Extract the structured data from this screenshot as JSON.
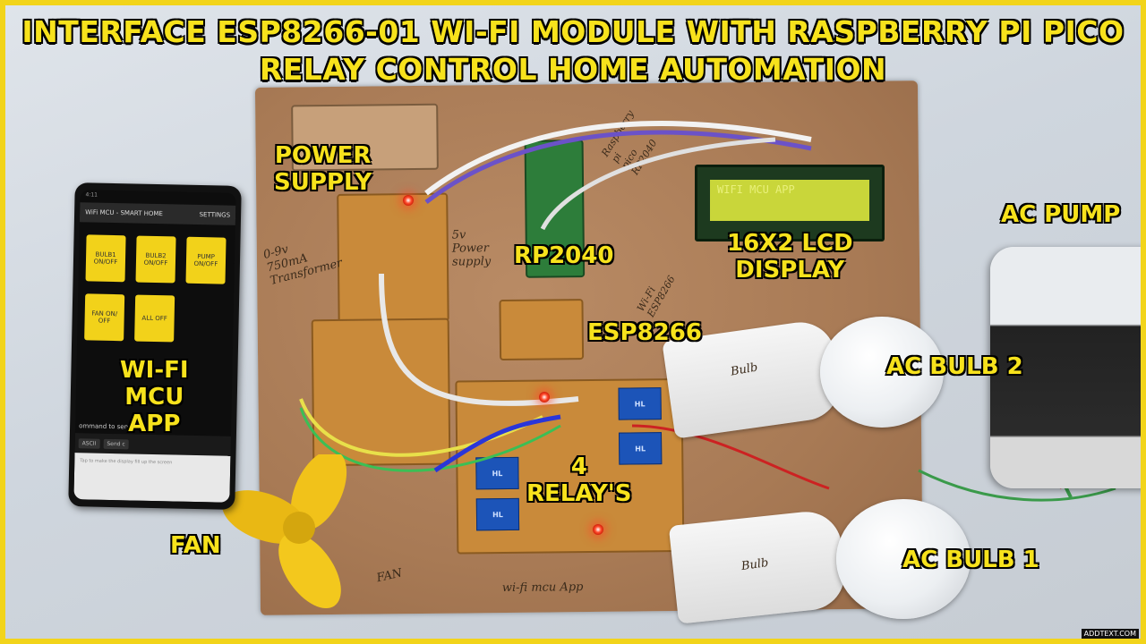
{
  "title": {
    "line1": "INTERFACE ESP8266-01 WI-FI MODULE  WITH RASPBERRY PI PICO",
    "line2": "RELAY CONTROL HOME AUTOMATION"
  },
  "labels": {
    "power_supply": "POWER\nSUPPLY",
    "rp2040": "RP2040",
    "lcd": "16X2 LCD\nDISPLAY",
    "ac_pump": "AC PUMP",
    "esp8266": "ESP8266",
    "ac_bulb_2": "AC BULB 2",
    "ac_bulb_1": "AC BULB 1",
    "relays": "4\nRELAY'S",
    "fan": "FAN",
    "wifi_app": "WI-FI\nMCU\nAPP"
  },
  "phone": {
    "app_title": "WiFi MCU - SMART HOME",
    "settings": "SETTINGS",
    "status": "4:11",
    "buttons": [
      "BULB1 ON/OFF",
      "BULB2 ON/OFF",
      "PUMP ON/OFF",
      "FAN ON/ OFF",
      "ALL OFF"
    ],
    "command_label": "ommand to send:",
    "ascii": "ASCII",
    "send": "Send c",
    "hint": "Tap to make the display fill up the screen"
  },
  "lcd_text": "WIFI MCU APP",
  "relay_module_text": "HL",
  "handwriting": {
    "transformer": "0-9v\n750mA\nTransformer",
    "power": "5v\nPower\nsupply",
    "pico": "Raspberry\npi\npico\nRP2040",
    "bulb": "Bulb",
    "fan": "FAN",
    "wifi_mcu": "wi-fi mcu App",
    "wifi_note": "Wi-Fi\nESP8266"
  },
  "watermark": "ADDTEXT.COM",
  "colors": {
    "border": "#f2d41a",
    "label_text": "#f7e21c",
    "board": "#a87a55",
    "relay_blue": "#1c54b8"
  }
}
